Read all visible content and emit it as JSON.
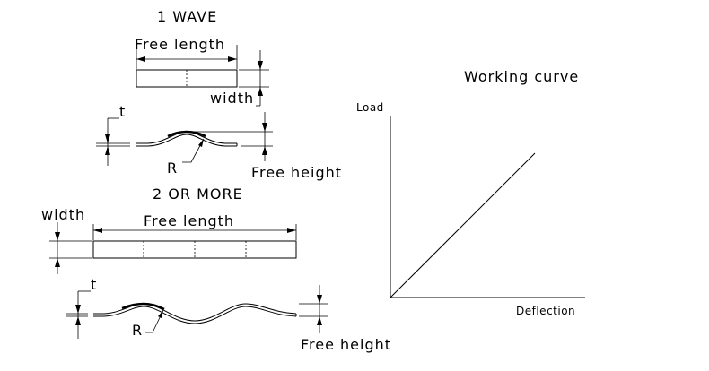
{
  "one_wave": {
    "title": "1 WAVE",
    "free_length": "Free length",
    "width": "width",
    "thickness": "t",
    "radius": "R",
    "free_height": "Free height"
  },
  "two_or_more": {
    "title": "2 OR MORE",
    "free_length": "Free length",
    "width": "width",
    "thickness": "t",
    "radius": "R",
    "free_height": "Free height"
  },
  "working_curve": {
    "title": "Working curve",
    "ylabel": "Load",
    "xlabel": "Deflection"
  }
}
